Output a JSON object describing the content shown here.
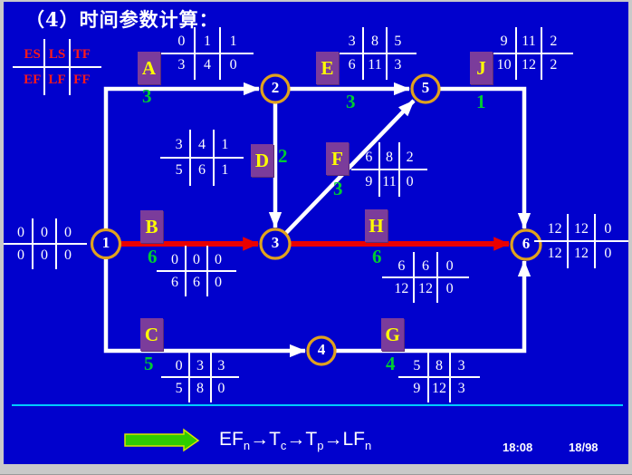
{
  "slide": {
    "title": "（4）时间参数计算："
  },
  "legend": {
    "cells": [
      [
        "ES",
        "LS",
        "TF"
      ],
      [
        "EF",
        "LF",
        "FF"
      ]
    ]
  },
  "nodes": {
    "n1": "1",
    "n2": "2",
    "n3": "3",
    "n4": "4",
    "n5": "5",
    "n6": "6"
  },
  "node_tables": {
    "start": [
      [
        "0",
        "0",
        "0"
      ],
      [
        "0",
        "0",
        "0"
      ]
    ],
    "finish": [
      [
        "12",
        "12",
        "0"
      ],
      [
        "12",
        "12",
        "0"
      ]
    ]
  },
  "activities": {
    "A": {
      "label": "A",
      "duration": "3",
      "params": [
        [
          "0",
          "1",
          "1"
        ],
        [
          "3",
          "4",
          "0"
        ]
      ]
    },
    "B": {
      "label": "B",
      "duration": "6",
      "params": [
        [
          "0",
          "0",
          "0"
        ],
        [
          "6",
          "6",
          "0"
        ]
      ]
    },
    "C": {
      "label": "C",
      "duration": "5",
      "params": [
        [
          "0",
          "3",
          "3"
        ],
        [
          "5",
          "8",
          "0"
        ]
      ]
    },
    "D": {
      "label": "D",
      "duration": "2",
      "params": [
        [
          "3",
          "4",
          "1"
        ],
        [
          "5",
          "6",
          "1"
        ]
      ]
    },
    "E": {
      "label": "E",
      "duration": "3",
      "params": [
        [
          "3",
          "8",
          "5"
        ],
        [
          "6",
          "11",
          "3"
        ]
      ]
    },
    "F": {
      "label": "F",
      "duration": "3",
      "params": [
        [
          "6",
          "8",
          "2"
        ],
        [
          "9",
          "11",
          "0"
        ]
      ]
    },
    "G": {
      "label": "G",
      "duration": "4",
      "params": [
        [
          "5",
          "8",
          "3"
        ],
        [
          "9",
          "12",
          "3"
        ]
      ]
    },
    "H": {
      "label": "H",
      "duration": "6",
      "params": [
        [
          "6",
          "6",
          "0"
        ],
        [
          "12",
          "12",
          "0"
        ]
      ]
    },
    "J": {
      "label": "J",
      "duration": "1",
      "params": [
        [
          "9",
          "11",
          "2"
        ],
        [
          "10",
          "12",
          "2"
        ]
      ]
    }
  },
  "footer": {
    "formula": [
      {
        "base": "EF",
        "sub": "n"
      },
      {
        "base": "T",
        "sub": "c"
      },
      {
        "base": "T",
        "sub": "p"
      },
      {
        "base": "LF",
        "sub": "n"
      }
    ],
    "arrow_glyph": "→",
    "time": "18:08",
    "page": "18/98"
  },
  "colors": {
    "background": "#0101CD",
    "critical_path": "#EA0000",
    "normal_edge": "#FFFFFF",
    "node_ring": "#E0A21E",
    "activity_box": "#7B3C9B",
    "activity_letter": "#FFFF00",
    "duration_green": "#00CC33",
    "legend_red": "#FF1A1A",
    "cyan_rule": "#00CCFF",
    "footer_arrow_green": "#2FCC00"
  }
}
